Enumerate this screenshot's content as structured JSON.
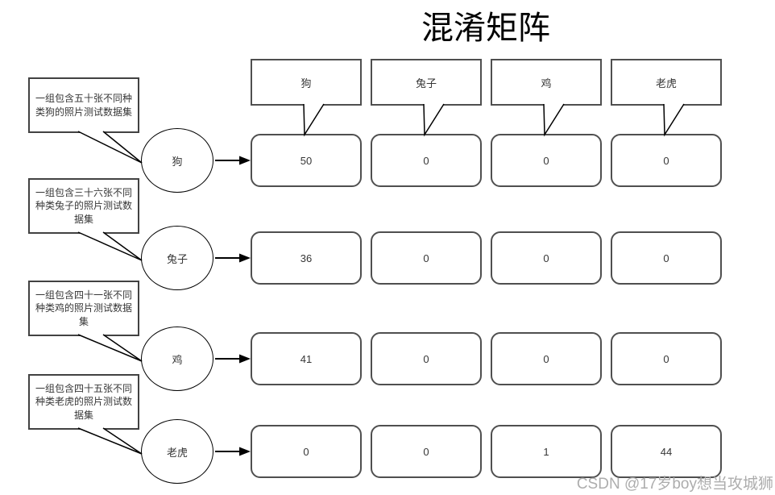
{
  "title": "混淆矩阵",
  "watermark": "CSDN @17岁boy想当攻城狮",
  "columns": [
    {
      "label": "狗"
    },
    {
      "label": "兔子"
    },
    {
      "label": "鸡"
    },
    {
      "label": "老虎"
    }
  ],
  "rows": [
    {
      "label": "狗",
      "note": "一组包含五十张不同种类狗的照片测试数据集",
      "values": [
        50,
        0,
        0,
        0
      ]
    },
    {
      "label": "兔子",
      "note": "一组包含三十六张不同种类兔子的照片测试数据集",
      "values": [
        36,
        0,
        0,
        0
      ]
    },
    {
      "label": "鸡",
      "note": "一组包含四十一张不同种类鸡的照片测试数据集",
      "values": [
        41,
        0,
        0,
        0
      ]
    },
    {
      "label": "老虎",
      "note": "一组包含四十五张不同种类老虎的照片测试数据集",
      "values": [
        0,
        0,
        1,
        44
      ]
    }
  ],
  "colors": {
    "shape_border": "#4f4f4f",
    "callout_border": "#424242",
    "line": "#000000",
    "text": "#363636",
    "watermark": "#adadad"
  }
}
